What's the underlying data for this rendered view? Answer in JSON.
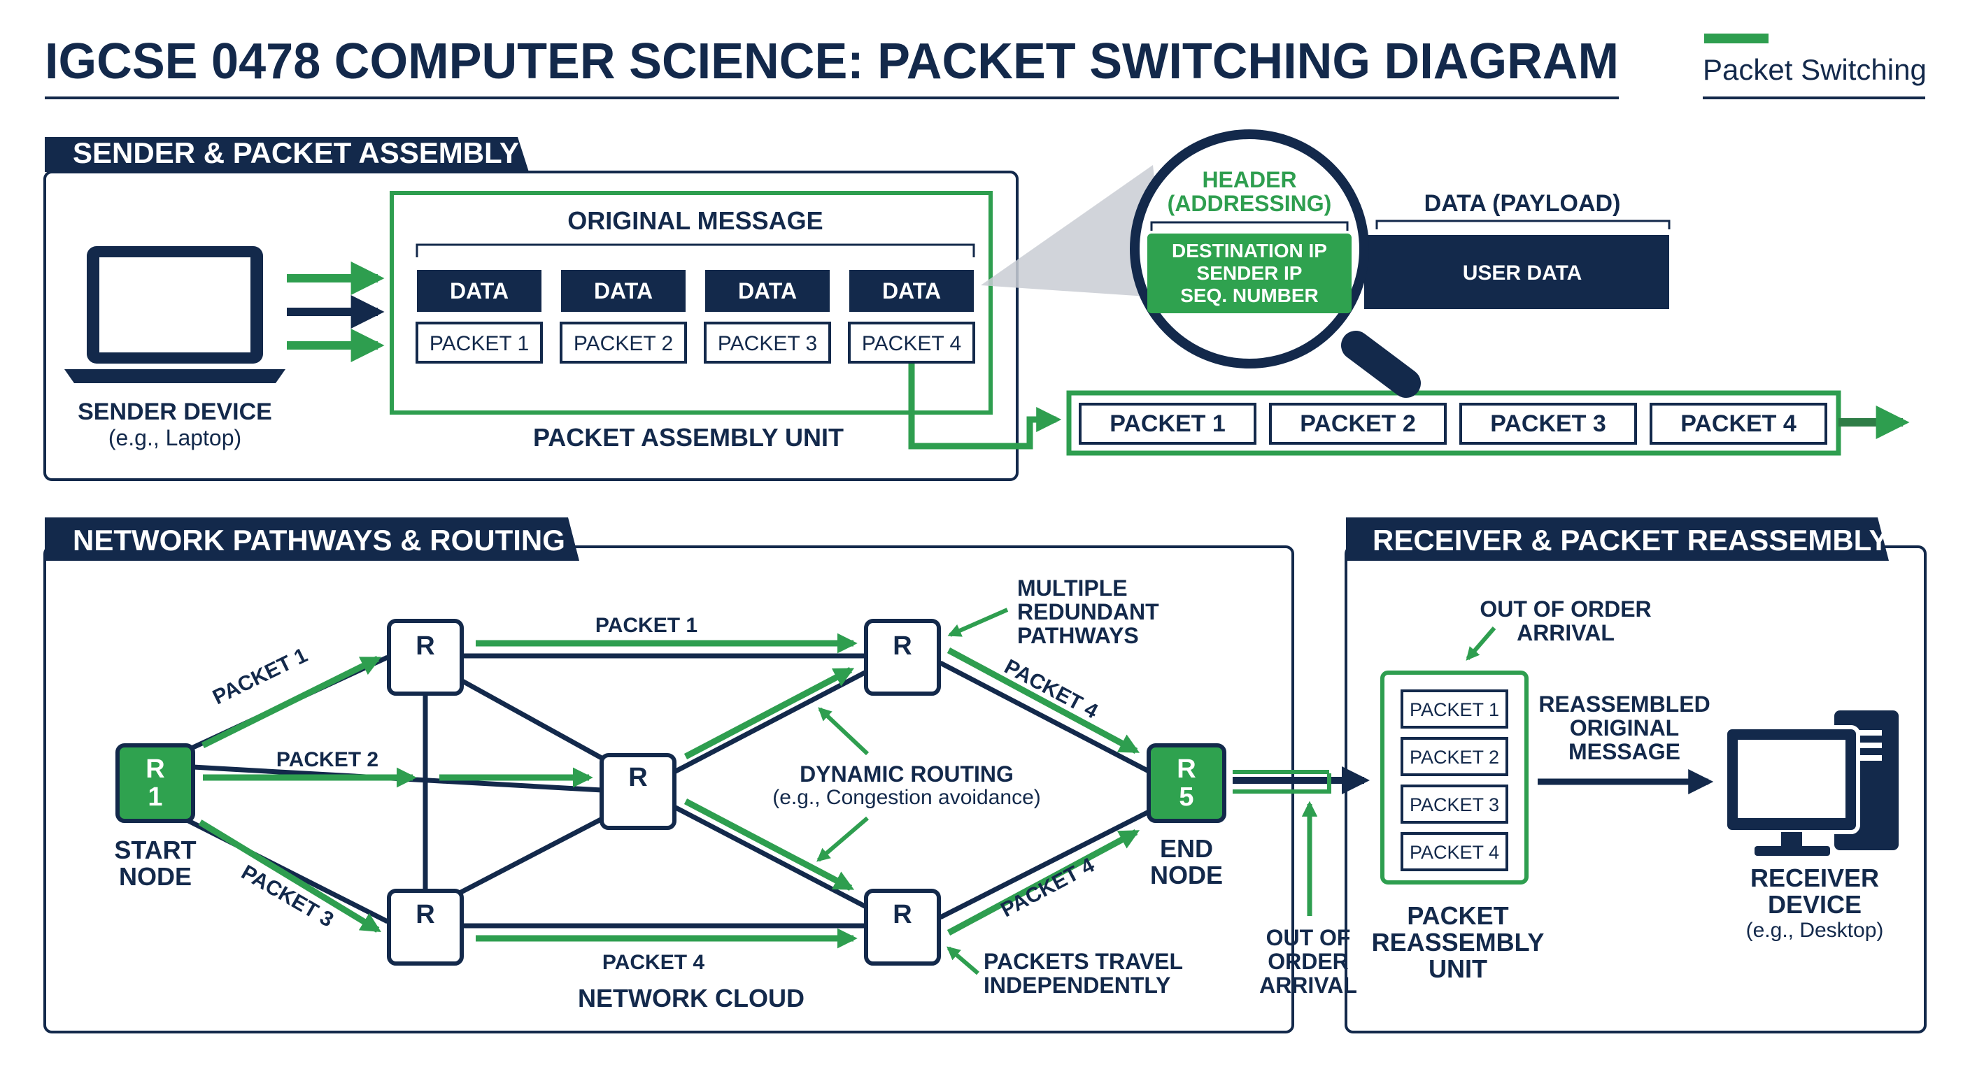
{
  "header": {
    "title": "IGCSE 0478 COMPUTER SCIENCE: PACKET SWITCHING DIAGRAM",
    "legend_label": "Packet Switching"
  },
  "colors": {
    "navy": "#13294b",
    "green": "#2e9e4f",
    "green_fill": "#2fa24f",
    "grey_beam": "#c9cdd3"
  },
  "sender": {
    "section_title": "SENDER & PACKET ASSEMBLY",
    "device_label": "SENDER DEVICE",
    "device_sub": "(e.g., Laptop)",
    "original_message": "ORIGINAL MESSAGE",
    "data_blocks": [
      "DATA",
      "DATA",
      "DATA",
      "DATA"
    ],
    "packet_blocks": [
      "PACKET 1",
      "PACKET 2",
      "PACKET 3",
      "PACKET 4"
    ],
    "unit_label": "PACKET ASSEMBLY UNIT",
    "stream_packets": [
      "PACKET 1",
      "PACKET 2",
      "PACKET 3",
      "PACKET 4"
    ]
  },
  "packet_structure": {
    "header_label_line1": "HEADER",
    "header_label_line2": "(ADDRESSING)",
    "header_fields": [
      "DESTINATION IP",
      "SENDER IP",
      "SEQ. NUMBER"
    ],
    "payload_label": "DATA (PAYLOAD)",
    "payload_content": "USER DATA"
  },
  "network": {
    "section_title": "NETWORK PATHWAYS & ROUTING",
    "router_label": "R",
    "start_router": [
      "R",
      "1"
    ],
    "end_router": [
      "R",
      "5"
    ],
    "start_label": [
      "START",
      "NODE"
    ],
    "end_label": [
      "END",
      "NODE"
    ],
    "path_labels": {
      "packet1_top": "PACKET 1",
      "packet1_diag": "PACKET 1",
      "packet2": "PACKET 2",
      "packet3": "PACKET 3",
      "packet4_bottom": "PACKET 4",
      "packet4_upper": "PACKET 4",
      "packet4_lower": "PACKET 4"
    },
    "redundant_note": [
      "MULTIPLE",
      "REDUNDANT",
      "PATHWAYS"
    ],
    "dynamic_title": "DYNAMIC ROUTING",
    "dynamic_sub": "(e.g., Congestion avoidance)",
    "independent_note": [
      "PACKETS TRAVEL",
      "INDEPENDENTLY"
    ],
    "cloud_label": "NETWORK CLOUD",
    "out_of_order": [
      "OUT OF",
      "ORDER",
      "ARRIVAL"
    ]
  },
  "receiver": {
    "section_title": "RECEIVER & PACKET REASSEMBLY",
    "out_of_order": [
      "OUT OF ORDER",
      "ARRIVAL"
    ],
    "packets": [
      "PACKET 1",
      "PACKET 2",
      "PACKET 3",
      "PACKET 4"
    ],
    "unit_label": [
      "PACKET",
      "REASSEMBLY",
      "UNIT"
    ],
    "reassembled": [
      "REASSEMBLED",
      "ORIGINAL",
      "MESSAGE"
    ],
    "device_label": [
      "RECEIVER",
      "DEVICE"
    ],
    "device_sub": "(e.g., Desktop)"
  }
}
